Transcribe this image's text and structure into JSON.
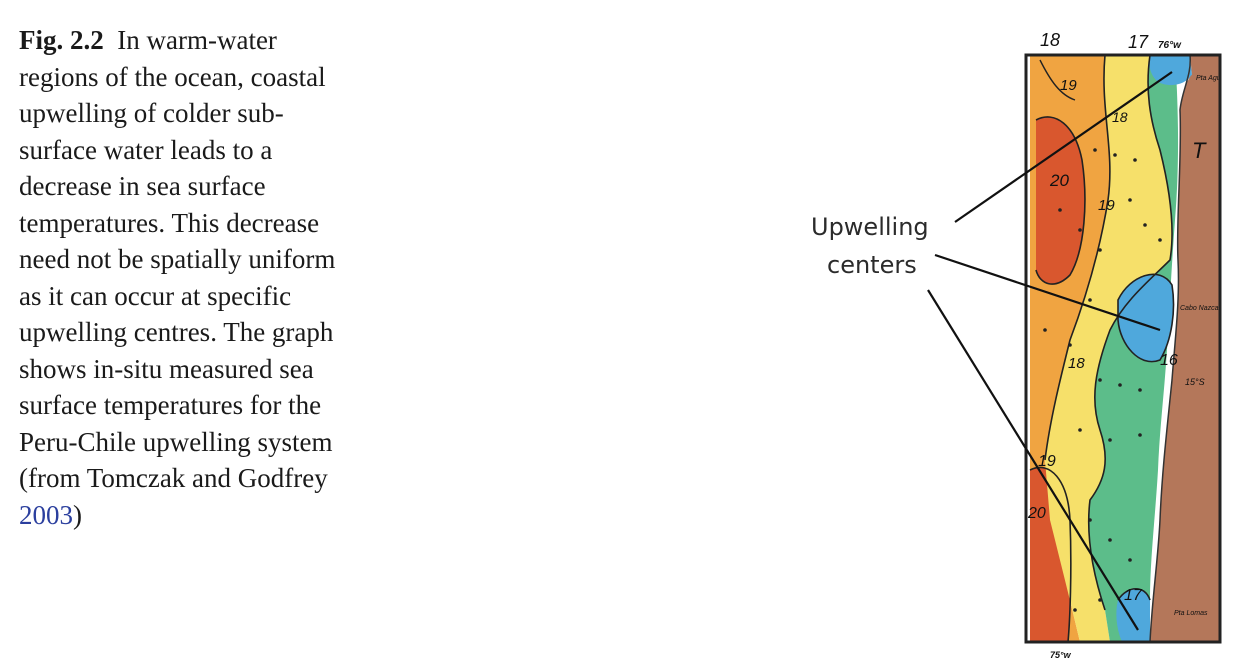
{
  "caption": {
    "label": "Fig. 2.2",
    "lines": [
      "In warm-water",
      "regions of the ocean, coastal",
      "upwelling of colder sub-",
      "surface water leads to a",
      "decrease in sea surface",
      "temperatures. This decrease",
      "need not be spatially uniform",
      "as it can occur at specific",
      "upwelling centres. The graph",
      "shows in-situ measured sea",
      "surface temperatures for the",
      "Peru-Chile upwelling system",
      "(from Tomczak and Godfrey"
    ],
    "citation_year": "2003",
    "closing": ")"
  },
  "map": {
    "top_isotherm_18": "18",
    "top_isotherm_17": "17",
    "top_longitude": "76°w",
    "bottom_longitude": "75°w",
    "land_label": "T",
    "place_top": "Pta Aguja",
    "place_mid": "Cabo Nazca",
    "place_bottom": "Pta Lomas",
    "latitude": "15°S",
    "contour_labels": [
      "19",
      "18",
      "20",
      "19",
      "18",
      "16",
      "19",
      "20",
      "17"
    ],
    "colors": {
      "warmest": "#d9572e",
      "warm": "#f0a441",
      "mild": "#f6e06a",
      "cool": "#5cbd8a",
      "cold": "#4fa8dc",
      "land": "#b4775a"
    }
  },
  "callout": {
    "line1": "Upwelling",
    "line2": "centers"
  }
}
